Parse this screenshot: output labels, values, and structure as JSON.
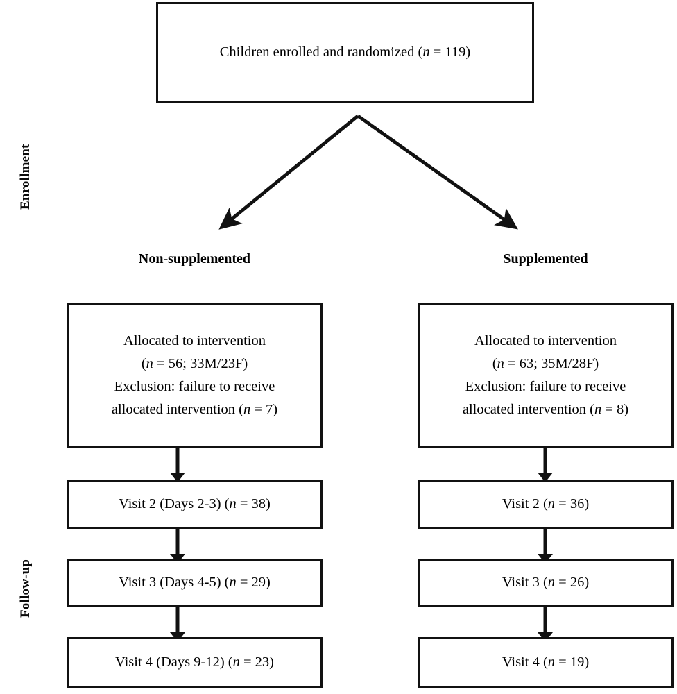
{
  "figure": {
    "type": "consort-flow-diagram",
    "stages": [
      {
        "id": "enrollment",
        "label": "Enrollment"
      },
      {
        "id": "follow-up",
        "label": "Follow-up"
      }
    ],
    "enrollment_box": {
      "lines": [
        "Children enrolled and randomized (n = 119)"
      ],
      "text_before_n": "Children enrolled and randomized (",
      "n_symbol": "n",
      "text_after_n": " = 119)",
      "total_randomized": 119
    },
    "arms": [
      {
        "id": "non-supplemented",
        "header": "Non-supplemented",
        "allocation": {
          "line1": "Allocated to intervention",
          "line2_prefix": "(",
          "line2_n": "n",
          "line2_suffix": " = 56; 33M/23F)",
          "line3": "Exclusion: failure to receive",
          "line4_prefix": "allocated intervention (",
          "line4_n": "n",
          "line4_suffix": " = 7)",
          "allocated": 56,
          "males": 33,
          "females": 23,
          "excluded": 7
        },
        "visits": [
          {
            "prefix": "Visit 2 (Days 2-3) (",
            "n_symbol": "n",
            "suffix": " = 38)",
            "visit": 2,
            "days": "2-3",
            "n": 38
          },
          {
            "prefix": "Visit 3 (Days 4-5) (",
            "n_symbol": "n",
            "suffix": " = 29)",
            "visit": 3,
            "days": "4-5",
            "n": 29
          },
          {
            "prefix": "Visit 4 (Days 9-12) (",
            "n_symbol": "n",
            "suffix": " = 23)",
            "visit": 4,
            "days": "9-12",
            "n": 23
          }
        ]
      },
      {
        "id": "supplemented",
        "header": "Supplemented",
        "allocation": {
          "line1": "Allocated to intervention",
          "line2_prefix": "(",
          "line2_n": "n",
          "line2_suffix": " = 63; 35M/28F)",
          "line3": "Exclusion: failure to receive",
          "line4_prefix": "allocated intervention (",
          "line4_n": "n",
          "line4_suffix": " = 8)",
          "allocated": 63,
          "males": 35,
          "females": 28,
          "excluded": 8
        },
        "visits": [
          {
            "prefix": "Visit 2 (",
            "n_symbol": "n",
            "suffix": " = 36)",
            "visit": 2,
            "days": "",
            "n": 36
          },
          {
            "prefix": "Visit 3 (",
            "n_symbol": "n",
            "suffix": " = 26)",
            "visit": 3,
            "days": "",
            "n": 26
          },
          {
            "prefix": "Visit 4 (",
            "n_symbol": "n",
            "suffix": " = 19)",
            "visit": 4,
            "days": "",
            "n": 19
          }
        ]
      }
    ],
    "colors": {
      "stroke": "#111111",
      "background": "#ffffff",
      "text": "#000000"
    }
  }
}
